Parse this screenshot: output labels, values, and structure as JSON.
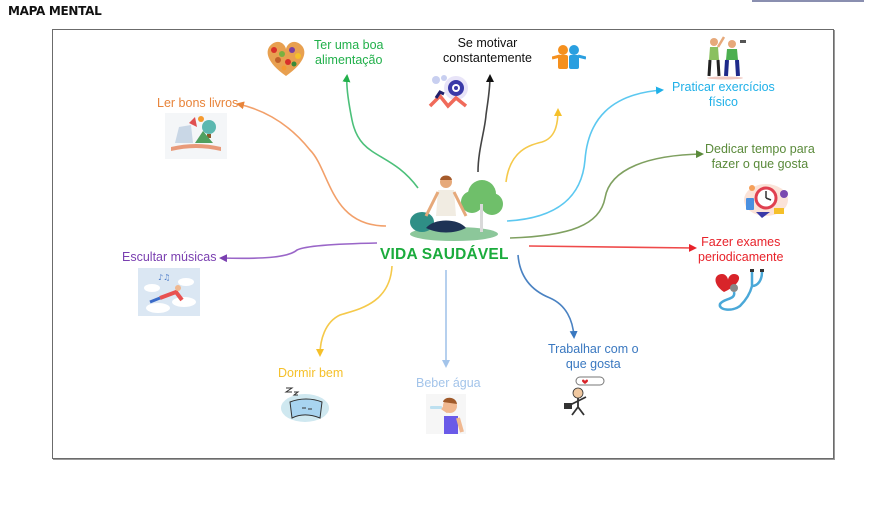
{
  "page": {
    "title": "MAPA MENTAL"
  },
  "mindmap": {
    "center": {
      "label": "VIDA SAUDÁVEL",
      "color": "#1aab3c",
      "icon": "meditating-person-icon"
    },
    "branches": [
      {
        "id": "ler-bons-livros",
        "label": "Ler bons livros",
        "color": "#e8843a",
        "icon": "open-book-icon"
      },
      {
        "id": "ter-boa-alimentacao",
        "label_lines": [
          "Ter uma boa",
          "alimentação"
        ],
        "color": "#22b04b",
        "icon": "fruit-heart-icon"
      },
      {
        "id": "se-motivar",
        "label_lines": [
          "Se motivar",
          "constantemente"
        ],
        "color": "#111111",
        "icon": "target-motivation-icon"
      },
      {
        "id": "amizade",
        "label": "",
        "color": "#f5c02a",
        "icon": "friends-icon"
      },
      {
        "id": "praticar-exercicios",
        "label_lines": [
          "Praticar exercícios",
          "físico"
        ],
        "color": "#1fb0e8",
        "icon": "exercise-people-icon"
      },
      {
        "id": "dedicar-tempo",
        "label_lines": [
          "Dedicar tempo para",
          "fazer o que gosta"
        ],
        "color": "#5a8a3a",
        "icon": "hobbies-clock-icon"
      },
      {
        "id": "fazer-exames",
        "label_lines": [
          "Fazer exames",
          "periodicamente"
        ],
        "color": "#e8222a",
        "icon": "stethoscope-heart-icon"
      },
      {
        "id": "trabalhar",
        "label_lines": [
          "Trabalhar com o",
          "que gosta"
        ],
        "color": "#3a78c0",
        "icon": "happy-worker-icon"
      },
      {
        "id": "beber-agua",
        "label": "Beber água",
        "color": "#a3c4ea",
        "icon": "drinking-water-icon"
      },
      {
        "id": "dormir-bem",
        "label": "Dormir bem",
        "color": "#f5c02a",
        "icon": "sleeping-pillow-icon"
      },
      {
        "id": "escutar-musicas",
        "label": "Escultar músicas",
        "color": "#7a3fb0",
        "icon": "music-cloud-icon"
      }
    ]
  }
}
